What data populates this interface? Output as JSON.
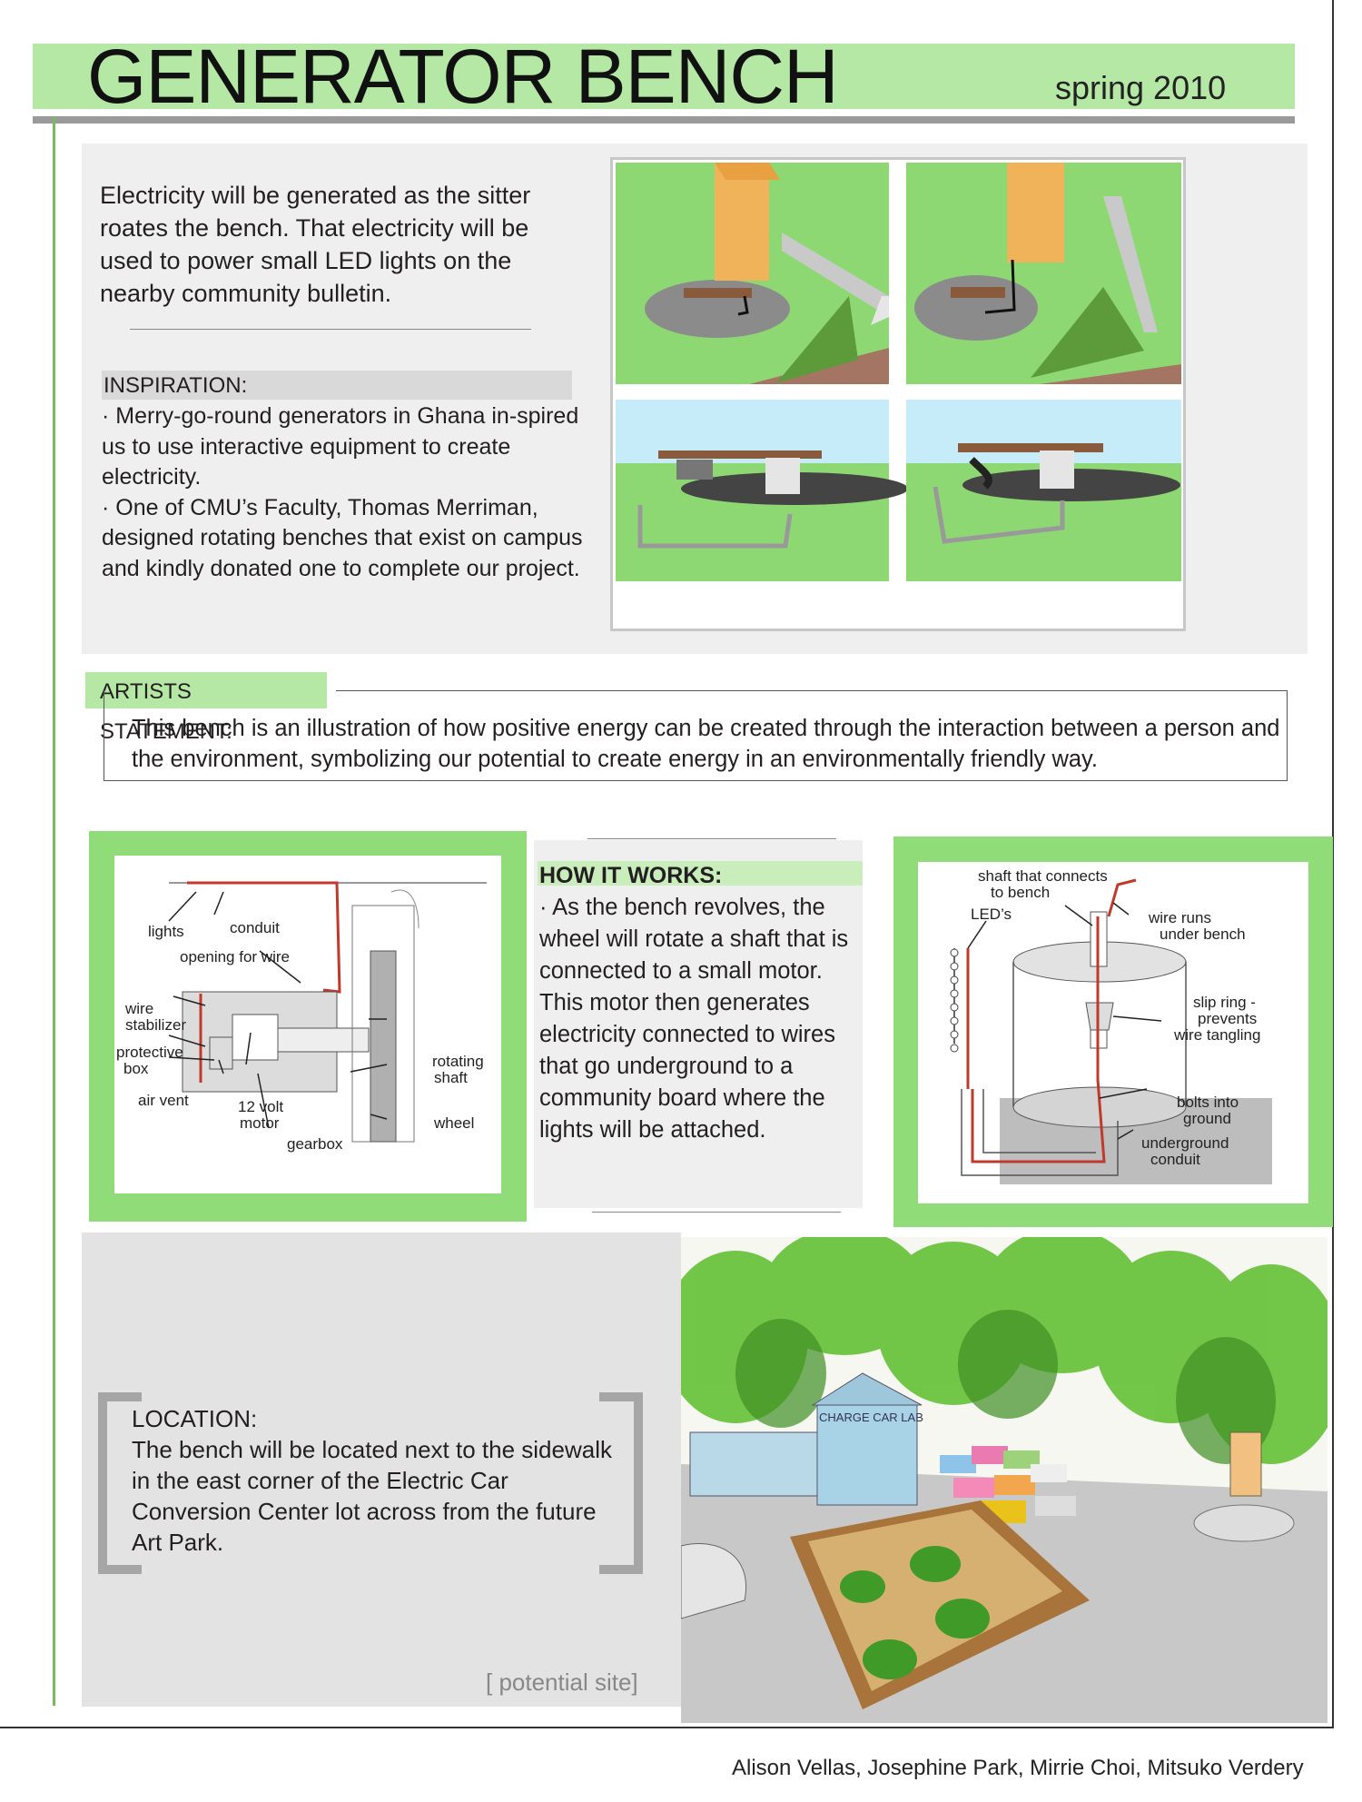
{
  "header": {
    "title": "GENERATOR BENCH",
    "season": "spring 2010"
  },
  "intro": {
    "text": "Electricity will be generated as the sitter roates the bench. That electricity will be used to power small LED lights on the nearby community bulletin."
  },
  "inspiration": {
    "heading": "INSPIRATION:",
    "items": [
      "·  Merry-go-round generators in Ghana in-spired us to use interactive equipment to create electricity.",
      "·  One of CMU’s Faculty, Thomas Merriman, designed rotating benches that exist on campus and kindly donated one to complete our project."
    ]
  },
  "artists_statement": {
    "heading": "ARTISTS STATEMENT:",
    "text": "This bench is an illustration of how positive energy can be created through the interaction between a person and the environment, symbolizing our potential to create energy in an environmentally friendly way."
  },
  "how_it_works": {
    "heading": "HOW IT WORKS:",
    "text": "·  As the bench revolves, the wheel will rotate a shaft that is connected to a small motor. This motor then generates electricity connected to wires that go underground to a community board where the lights will be attached."
  },
  "diagram_left": {
    "labels": {
      "lights": "lights",
      "conduit": "conduit",
      "opening": "opening for wire",
      "wire_stabilizer_1": "wire",
      "wire_stabilizer_2": "stabilizer",
      "protective_1": "protective",
      "protective_2": "box",
      "air_vent": "air vent",
      "motor_1": "12 volt",
      "motor_2": "motor",
      "gearbox": "gearbox",
      "rotating_1": "rotating",
      "rotating_2": "shaft",
      "wheel": "wheel"
    }
  },
  "diagram_right": {
    "labels": {
      "shaft_1": "shaft that connects",
      "shaft_2": "to bench",
      "leds": "LED’s",
      "wire_runs_1": "wire runs",
      "wire_runs_2": "under bench",
      "slip_1": "slip ring -",
      "slip_2": "prevents",
      "slip_3": "wire tangling",
      "bolts_1": "bolts into",
      "bolts_2": "ground",
      "under_1": "underground",
      "under_2": "conduit"
    }
  },
  "location": {
    "heading": "LOCATION:",
    "text": "The bench will be located next to the sidewalk in the east corner of the Electric Car Conversion Center lot across from the future Art Park.",
    "caption": "[ potential site]"
  },
  "sketch": {
    "sign": "CHARGE CAR LAB"
  },
  "credits": "Alison Vellas, Josephine Park, Mirrie Choi, Mitsuko Verdery",
  "colors": {
    "title_band": "#b5e8a4",
    "panel_green": "#8fdc79",
    "accent_line": "#7cb95a"
  }
}
